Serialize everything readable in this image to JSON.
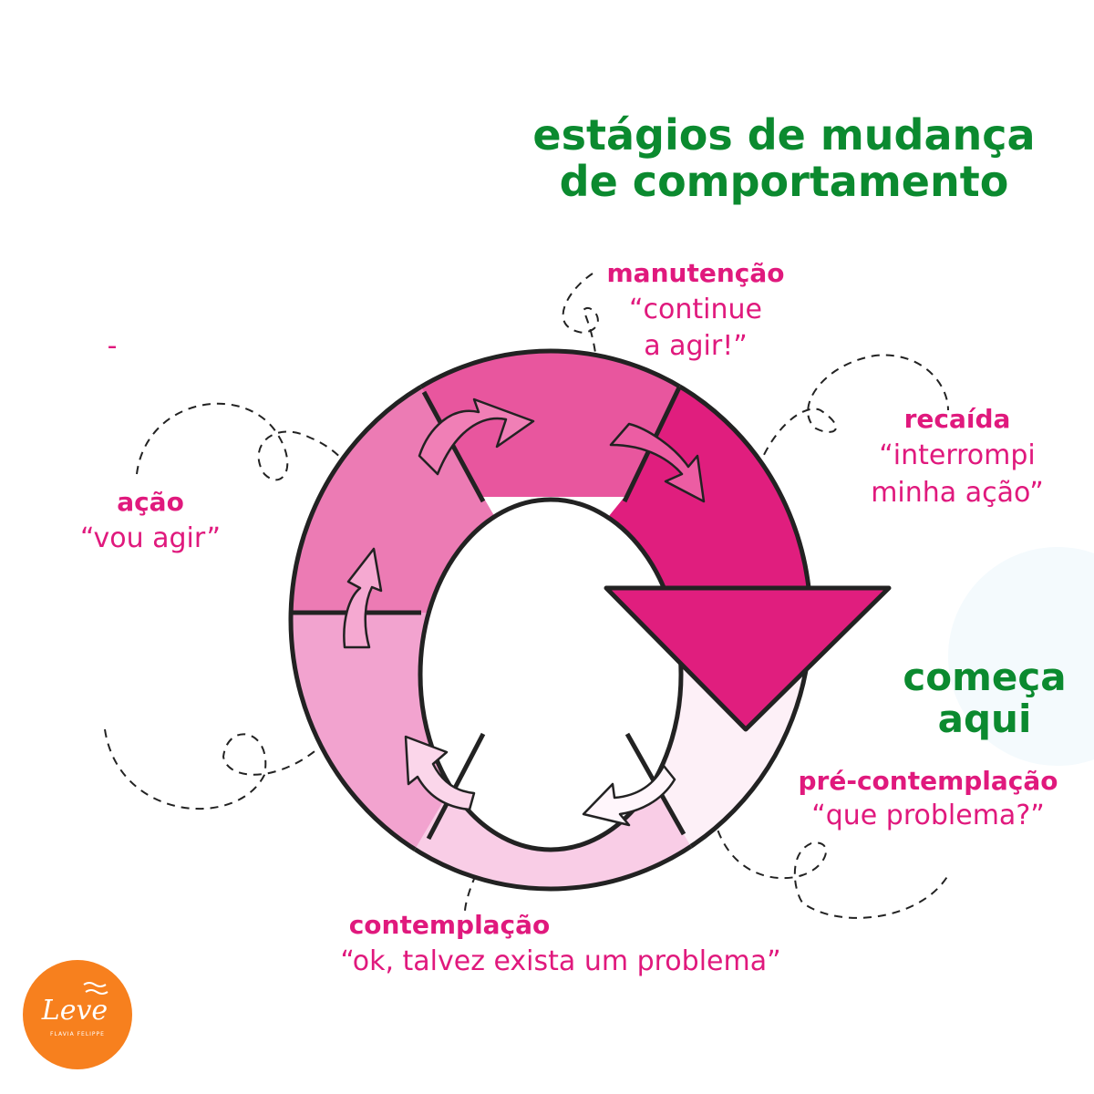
{
  "title": {
    "line1": "estágios de mudança",
    "line2": "de comportamento"
  },
  "start_label": {
    "line1": "começa",
    "line2": "aqui"
  },
  "stray_mark": "-",
  "stages": {
    "manutencao": {
      "name": "manutenção",
      "quote1": "“continue",
      "quote2": "a agir!”"
    },
    "recaida": {
      "name": "recaída",
      "quote1": "“interrompi",
      "quote2": "minha ação”"
    },
    "acao": {
      "name": "ação",
      "quote1": "“vou agir”"
    },
    "pre_contemplacao": {
      "name": "pré-contemplação",
      "quote1": "“que problema?”"
    },
    "contemplacao": {
      "name": "contemplação",
      "quote1": "“ok, talvez exista um problema”"
    }
  },
  "logo": {
    "brand": "Leve",
    "subtitle": "FLAVIA FELIPPE"
  },
  "colors": {
    "green": "#0b8a2f",
    "pink_text": "#e0197d",
    "manutencao": "#e8569e",
    "recaida": "#e01e7e",
    "pre_contemplacao": "#fdf0f7",
    "contemplacao": "#f9cde6",
    "preparacao": "#f2a3cf",
    "acao": "#ec7bb4",
    "logo": "#f7801e"
  }
}
